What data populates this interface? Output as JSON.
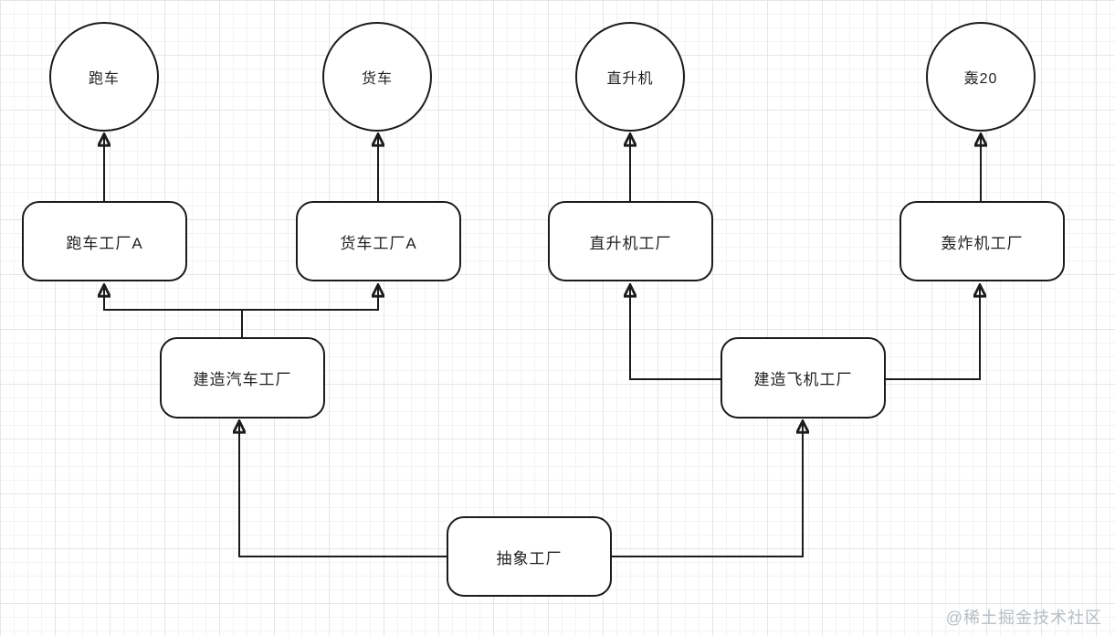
{
  "diagram": {
    "nodes": {
      "sportsCar": {
        "label": "跑车",
        "shape": "circle"
      },
      "truck": {
        "label": "货车",
        "shape": "circle"
      },
      "helicopter": {
        "label": "直升机",
        "shape": "circle"
      },
      "h20": {
        "label": "轰20",
        "shape": "circle"
      },
      "sportsCarFactory": {
        "label": "跑车工厂A",
        "shape": "rounded-rect"
      },
      "truckFactory": {
        "label": "货车工厂A",
        "shape": "rounded-rect"
      },
      "helicopterFactory": {
        "label": "直升机工厂",
        "shape": "rounded-rect"
      },
      "bomberFactory": {
        "label": "轰炸机工厂",
        "shape": "rounded-rect"
      },
      "carFactoryBuilder": {
        "label": "建造汽车工厂",
        "shape": "rounded-rect"
      },
      "planeFactoryBuilder": {
        "label": "建造飞机工厂",
        "shape": "rounded-rect"
      },
      "abstractFactory": {
        "label": "抽象工厂",
        "shape": "rounded-rect"
      }
    },
    "edges": [
      {
        "from": "sportsCarFactory",
        "to": "sportsCar"
      },
      {
        "from": "truckFactory",
        "to": "truck"
      },
      {
        "from": "helicopterFactory",
        "to": "helicopter"
      },
      {
        "from": "bomberFactory",
        "to": "h20"
      },
      {
        "from": "carFactoryBuilder",
        "to": "sportsCarFactory"
      },
      {
        "from": "carFactoryBuilder",
        "to": "truckFactory"
      },
      {
        "from": "planeFactoryBuilder",
        "to": "helicopterFactory"
      },
      {
        "from": "planeFactoryBuilder",
        "to": "bomberFactory"
      },
      {
        "from": "abstractFactory",
        "to": "carFactoryBuilder"
      },
      {
        "from": "abstractFactory",
        "to": "planeFactoryBuilder"
      }
    ],
    "colors": {
      "stroke": "#1b1b1b",
      "node_fill": "#ffffff",
      "grid_minor": "#f3f3f4",
      "grid_major": "#e5e6e7",
      "watermark": "#b7bdc3"
    }
  },
  "watermark": {
    "text": "@稀土掘金技术社区"
  }
}
